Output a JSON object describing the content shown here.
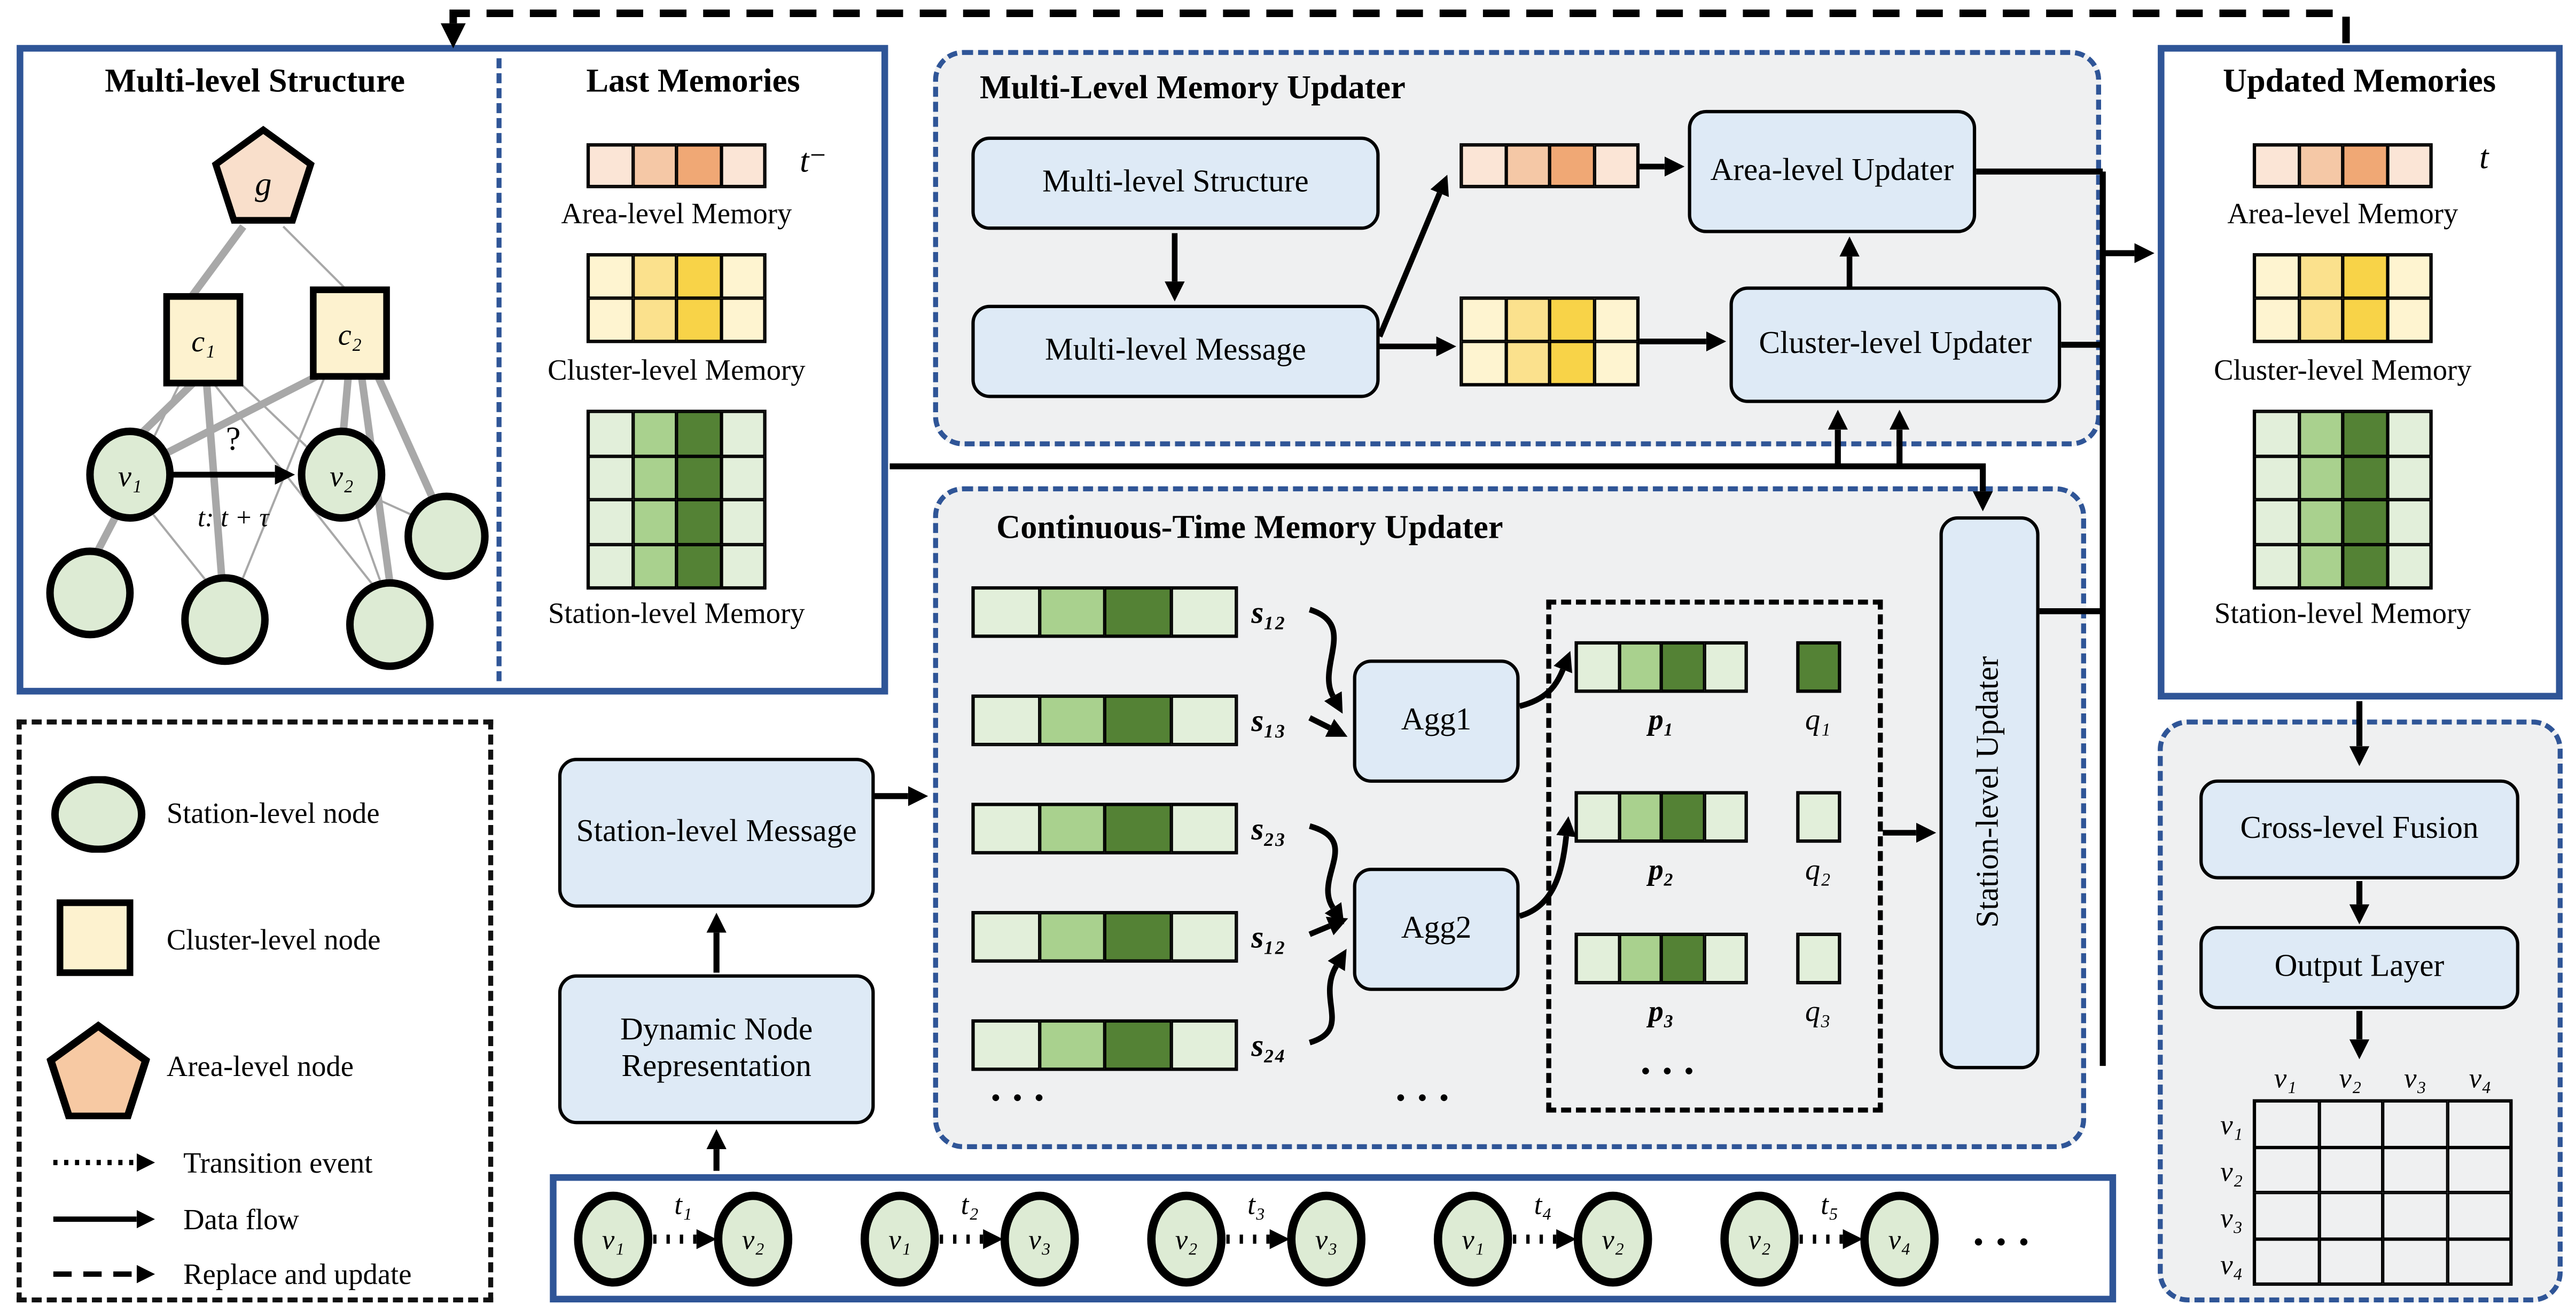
{
  "colors": {
    "accent_blue": "#2F5597",
    "panel_gray": "#EFF0F1",
    "box_fill": "#DEEAF6",
    "node_green": "#DDEBD4",
    "cluster_yellow": "#FDF2CF",
    "area_peach": "#F9DFCB",
    "legend_pentagon": "#F7C9A3",
    "edge_gray": "#A8A8A8",
    "area_mem": [
      "#FBE5D6",
      "#F5C8A6",
      "#F0A875",
      "#FBE5D6"
    ],
    "cluster_mem": [
      "#FEF4D0",
      "#FBE18D",
      "#F8D348",
      "#FEF4D0"
    ],
    "station_mem": [
      "#E2EFDA",
      "#A9D18E",
      "#548235",
      "#E2EFDA"
    ],
    "q1": [
      "#548235"
    ],
    "q2": [
      "#E2EFDA"
    ],
    "q3": [
      "#E2EFDA"
    ],
    "matrix_row": [
      "#EFF0F1",
      "#EFF0F1",
      "#EFF0F1",
      "#EFF0F1"
    ]
  },
  "structure": {
    "title": "Multi-level Structure",
    "g": "g",
    "c1": "c₁",
    "c2": "c₂",
    "v1": "v₁",
    "v2": "v₂",
    "query": "?",
    "interval": "t: t + τ"
  },
  "last_memories": {
    "title": "Last Memories",
    "time": "t⁻",
    "area": "Area-level Memory",
    "cluster": "Cluster-level Memory",
    "station": "Station-level Memory"
  },
  "updated_memories": {
    "title": "Updated Memories",
    "time": "t",
    "area": "Area-level Memory",
    "cluster": "Cluster-level Memory",
    "station": "Station-level Memory"
  },
  "mlmu": {
    "title": "Multi-Level Memory Updater",
    "structure": "Multi-level Structure",
    "message": "Multi-level Message",
    "area_updater": "Area-level Updater",
    "cluster_updater": "Cluster-level Updater"
  },
  "ctmu": {
    "title": "Continuous-Time Memory Updater",
    "s": [
      "s₁₂",
      "s₁₃",
      "s₂₃",
      "s₁₂",
      "s₂₄"
    ],
    "agg1": "Agg1",
    "agg2": "Agg2",
    "p": [
      "p₁",
      "p₂",
      "p₃"
    ],
    "q": [
      "q₁",
      "q₂",
      "q₃"
    ],
    "updater": "Station-level Updater",
    "dots": "• • •"
  },
  "pipeline": {
    "message": "Station-level Message",
    "representation": "Dynamic Node Representation"
  },
  "fusion": {
    "cross": "Cross-level Fusion",
    "output": "Output Layer",
    "cols": [
      "v₁",
      "v₂",
      "v₃",
      "v₄"
    ],
    "rows": [
      "v₁",
      "v₂",
      "v₃",
      "v₄"
    ]
  },
  "legend": {
    "station": "Station-level node",
    "cluster": "Cluster-level node",
    "area": "Area-level node",
    "transition": "Transition event",
    "dataflow": "Data flow",
    "replace": "Replace and update"
  },
  "sequence": {
    "nodes": [
      "v₁",
      "v₂",
      "v₁",
      "v₃",
      "v₂",
      "v₃",
      "v₁",
      "v₂",
      "v₂",
      "v₄"
    ],
    "times": [
      "t₁",
      "t₂",
      "t₃",
      "t₄",
      "t₅"
    ],
    "dots": "• • •"
  }
}
